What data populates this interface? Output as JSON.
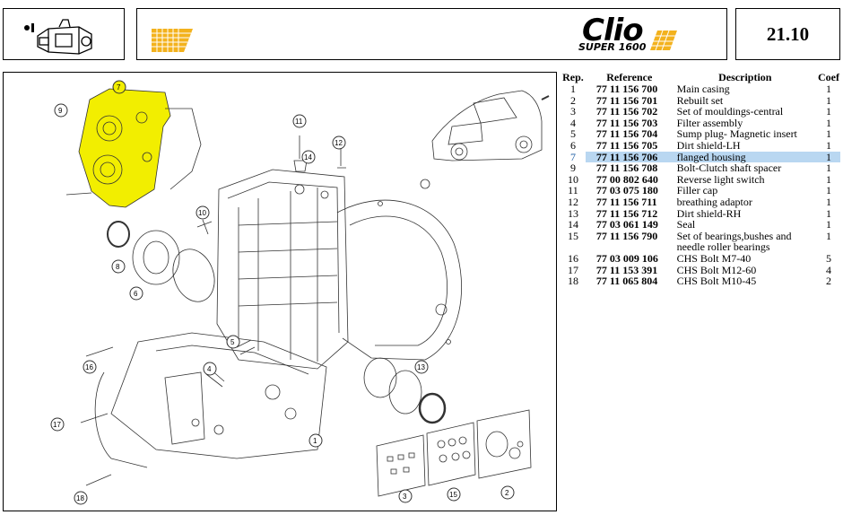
{
  "header": {
    "model_logo": "Clio",
    "model_sub": "SUPER 1600",
    "page_number": "21.10"
  },
  "table": {
    "headers": {
      "rep": "Rep.",
      "reference": "Reference",
      "description": "Description",
      "coef": "Coef"
    },
    "rows": [
      {
        "rep": "1",
        "reference": "77 11 156 700",
        "description": "Main casing",
        "coef": "1"
      },
      {
        "rep": "2",
        "reference": "77 11 156 701",
        "description": "Rebuilt set",
        "coef": "1"
      },
      {
        "rep": "3",
        "reference": "77 11 156 702",
        "description": "Set of mouldings-central",
        "coef": "1"
      },
      {
        "rep": "4",
        "reference": "77 11 156 703",
        "description": "Filter assembly",
        "coef": "1"
      },
      {
        "rep": "5",
        "reference": "77 11 156 704",
        "description": "Sump plug- Magnetic insert",
        "coef": "1"
      },
      {
        "rep": "6",
        "reference": "77 11 156 705",
        "description": "Dirt shield-LH",
        "coef": "1"
      },
      {
        "rep": "7",
        "reference": "77 11 156 706",
        "description": "flanged housing",
        "coef": "1",
        "highlighted": true
      },
      {
        "rep": "9",
        "reference": "77 11 156 708",
        "description": "Bolt-Clutch shaft spacer",
        "coef": "1"
      },
      {
        "rep": "10",
        "reference": "77 00 802 640",
        "description": "Reverse light switch",
        "coef": "1"
      },
      {
        "rep": "11",
        "reference": "77 03 075 180",
        "description": "Filler cap",
        "coef": "1"
      },
      {
        "rep": "12",
        "reference": "77 11 156 711",
        "description": "breathing adaptor",
        "coef": "1"
      },
      {
        "rep": "13",
        "reference": "77 11 156 712",
        "description": "Dirt shield-RH",
        "coef": "1"
      },
      {
        "rep": "14",
        "reference": "77 03 061 149",
        "description": "Seal",
        "coef": "1"
      },
      {
        "rep": "15",
        "reference": "77 11 156 790",
        "description": "Set of bearings,bushes and needle roller bearings",
        "coef": "1"
      },
      {
        "rep": "16",
        "reference": "77 03 009 106",
        "description": "CHS Bolt M7-40",
        "coef": "5"
      },
      {
        "rep": "17",
        "reference": "77 11 153 391",
        "description": "CHS Bolt M12-60",
        "coef": "4"
      },
      {
        "rep": "18",
        "reference": "77 11 065 804",
        "description": "CHS Bolt M10-45",
        "coef": "2"
      }
    ]
  },
  "callouts": [
    "7",
    "9",
    "11",
    "12",
    "14",
    "10",
    "8",
    "6",
    "5",
    "4",
    "16",
    "17",
    "18",
    "1",
    "3",
    "15",
    "2",
    "13"
  ],
  "colors": {
    "highlight_part": "#f2ee00",
    "row_highlight": "#b9d7f1",
    "logo_accent": "#f3b21d"
  }
}
